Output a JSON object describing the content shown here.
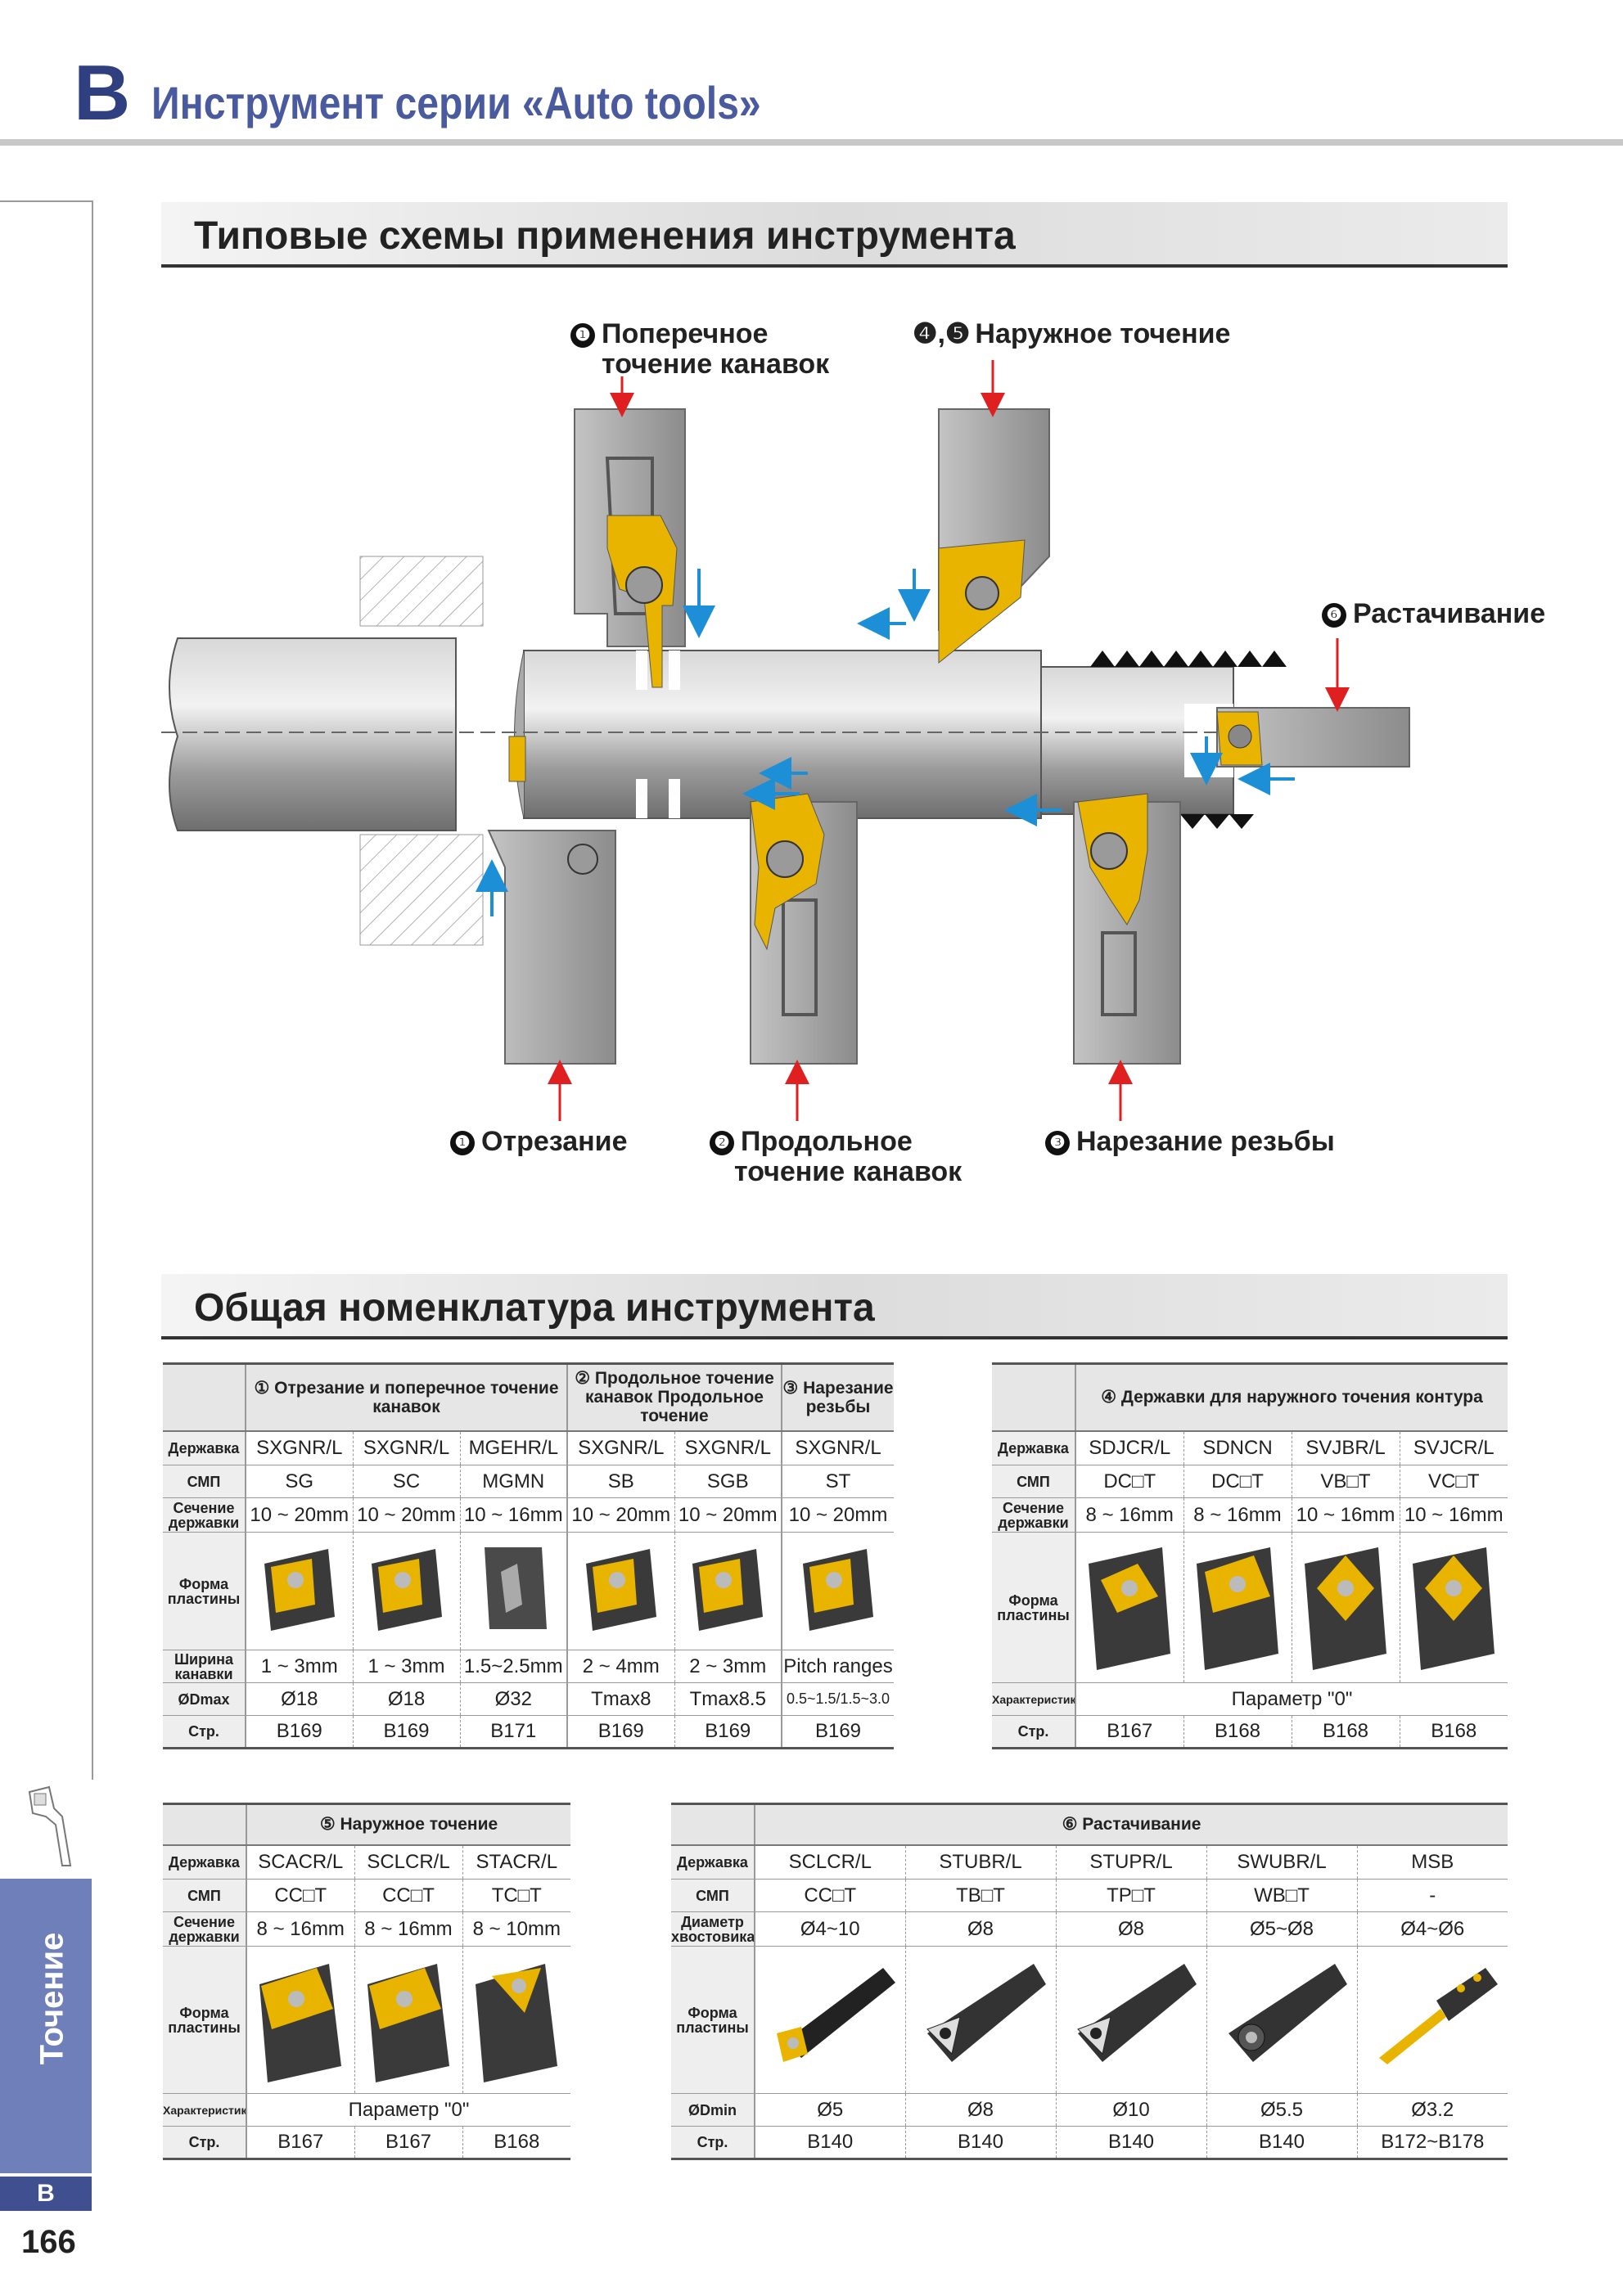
{
  "header": {
    "letter": "B",
    "title": "Инструмент серии «Auto tools»"
  },
  "sidebar": {
    "tab_label": "Точение",
    "letter": "B",
    "page_number": "166"
  },
  "sections": {
    "schemes_title": "Типовые схемы применения инструмента",
    "nomenclature_title": "Общая номенклатура инструмента"
  },
  "diagram_labels": {
    "top_left": {
      "num": "❶",
      "line1": "Поперечное",
      "line2": "точение канавок"
    },
    "top_right": {
      "num": "❹,❺",
      "text": "Наружное точение"
    },
    "right": {
      "num": "❻",
      "text": "Растачивание"
    },
    "bottom_left": {
      "num": "❶",
      "text": "Отрезание"
    },
    "bottom_mid": {
      "num": "❷",
      "line1": "Продольное",
      "line2": "точение канавок"
    },
    "bottom_right": {
      "num": "❸",
      "text": "Нарезание резьбы"
    }
  },
  "row_labels": {
    "holder": "Державка",
    "insert": "СМП",
    "section": "Сечение державки",
    "shape": "Форма пластины",
    "width": "Ширина канавки",
    "dmax": "ØDmax",
    "page": "Стр.",
    "char": "Характеристики",
    "shank": "Диаметр хвостовика",
    "dmin": "ØDmin"
  },
  "table1": {
    "groups": [
      "① Отрезание и поперечное точение канавок",
      "② Продольное точение канавок Продольное точение",
      "③ Нарезание резьбы"
    ],
    "holders": [
      "SXGNR/L",
      "SXGNR/L",
      "MGEHR/L",
      "SXGNR/L",
      "SXGNR/L",
      "SXGNR/L"
    ],
    "inserts": [
      "SG",
      "SC",
      "MGMN",
      "SB",
      "SGB",
      "ST"
    ],
    "sections": [
      "10 ~ 20mm",
      "10 ~ 20mm",
      "10 ~ 16mm",
      "10 ~ 20mm",
      "10 ~ 20mm",
      "10 ~ 20mm"
    ],
    "widths": [
      "1 ~ 3mm",
      "1 ~ 3mm",
      "1.5~2.5mm",
      "2 ~ 4mm",
      "2 ~ 3mm",
      "Pitch ranges"
    ],
    "dmax": [
      "Ø18",
      "Ø18",
      "Ø32",
      "Tmax8",
      "Tmax8.5",
      "0.5~1.5/1.5~3.0"
    ],
    "pages": [
      "B169",
      "B169",
      "B171",
      "B169",
      "B169",
      "B169"
    ]
  },
  "table4": {
    "group": "④ Державки для наружного точения контура",
    "holders": [
      "SDJCR/L",
      "SDNCN",
      "SVJBR/L",
      "SVJCR/L"
    ],
    "inserts": [
      "DC□T",
      "DC□T",
      "VB□T",
      "VC□T"
    ],
    "sections": [
      "8 ~ 16mm",
      "8 ~ 16mm",
      "10 ~ 16mm",
      "10 ~ 16mm"
    ],
    "char": "Параметр \"0\"",
    "pages": [
      "B167",
      "B168",
      "B168",
      "B168"
    ]
  },
  "table5": {
    "group": "⑤ Наружное точение",
    "holders": [
      "SCACR/L",
      "SCLCR/L",
      "STACR/L"
    ],
    "inserts": [
      "CC□T",
      "CC□T",
      "TC□T"
    ],
    "sections": [
      "8 ~ 16mm",
      "8 ~ 16mm",
      "8 ~ 10mm"
    ],
    "char": "Параметр \"0\"",
    "pages": [
      "B167",
      "B167",
      "B168"
    ]
  },
  "table6": {
    "group": "⑥ Растачивание",
    "holders": [
      "SCLCR/L",
      "STUBR/L",
      "STUPR/L",
      "SWUBR/L",
      "MSB"
    ],
    "inserts": [
      "CC□T",
      "TB□T",
      "TP□T",
      "WB□T",
      "-"
    ],
    "shanks": [
      "Ø4~10",
      "Ø8",
      "Ø8",
      "Ø5~Ø8",
      "Ø4~Ø6"
    ],
    "dmin": [
      "Ø5",
      "Ø8",
      "Ø10",
      "Ø5.5",
      "Ø3.2"
    ],
    "pages": [
      "B140",
      "B140",
      "B140",
      "B140",
      "B172~B178"
    ]
  },
  "colors": {
    "accent": "#4a5a9e",
    "tab": "#6f7fb9",
    "insert": "#e8b400",
    "arrow_blue": "#1c8fd6",
    "arrow_red": "#e02020"
  }
}
